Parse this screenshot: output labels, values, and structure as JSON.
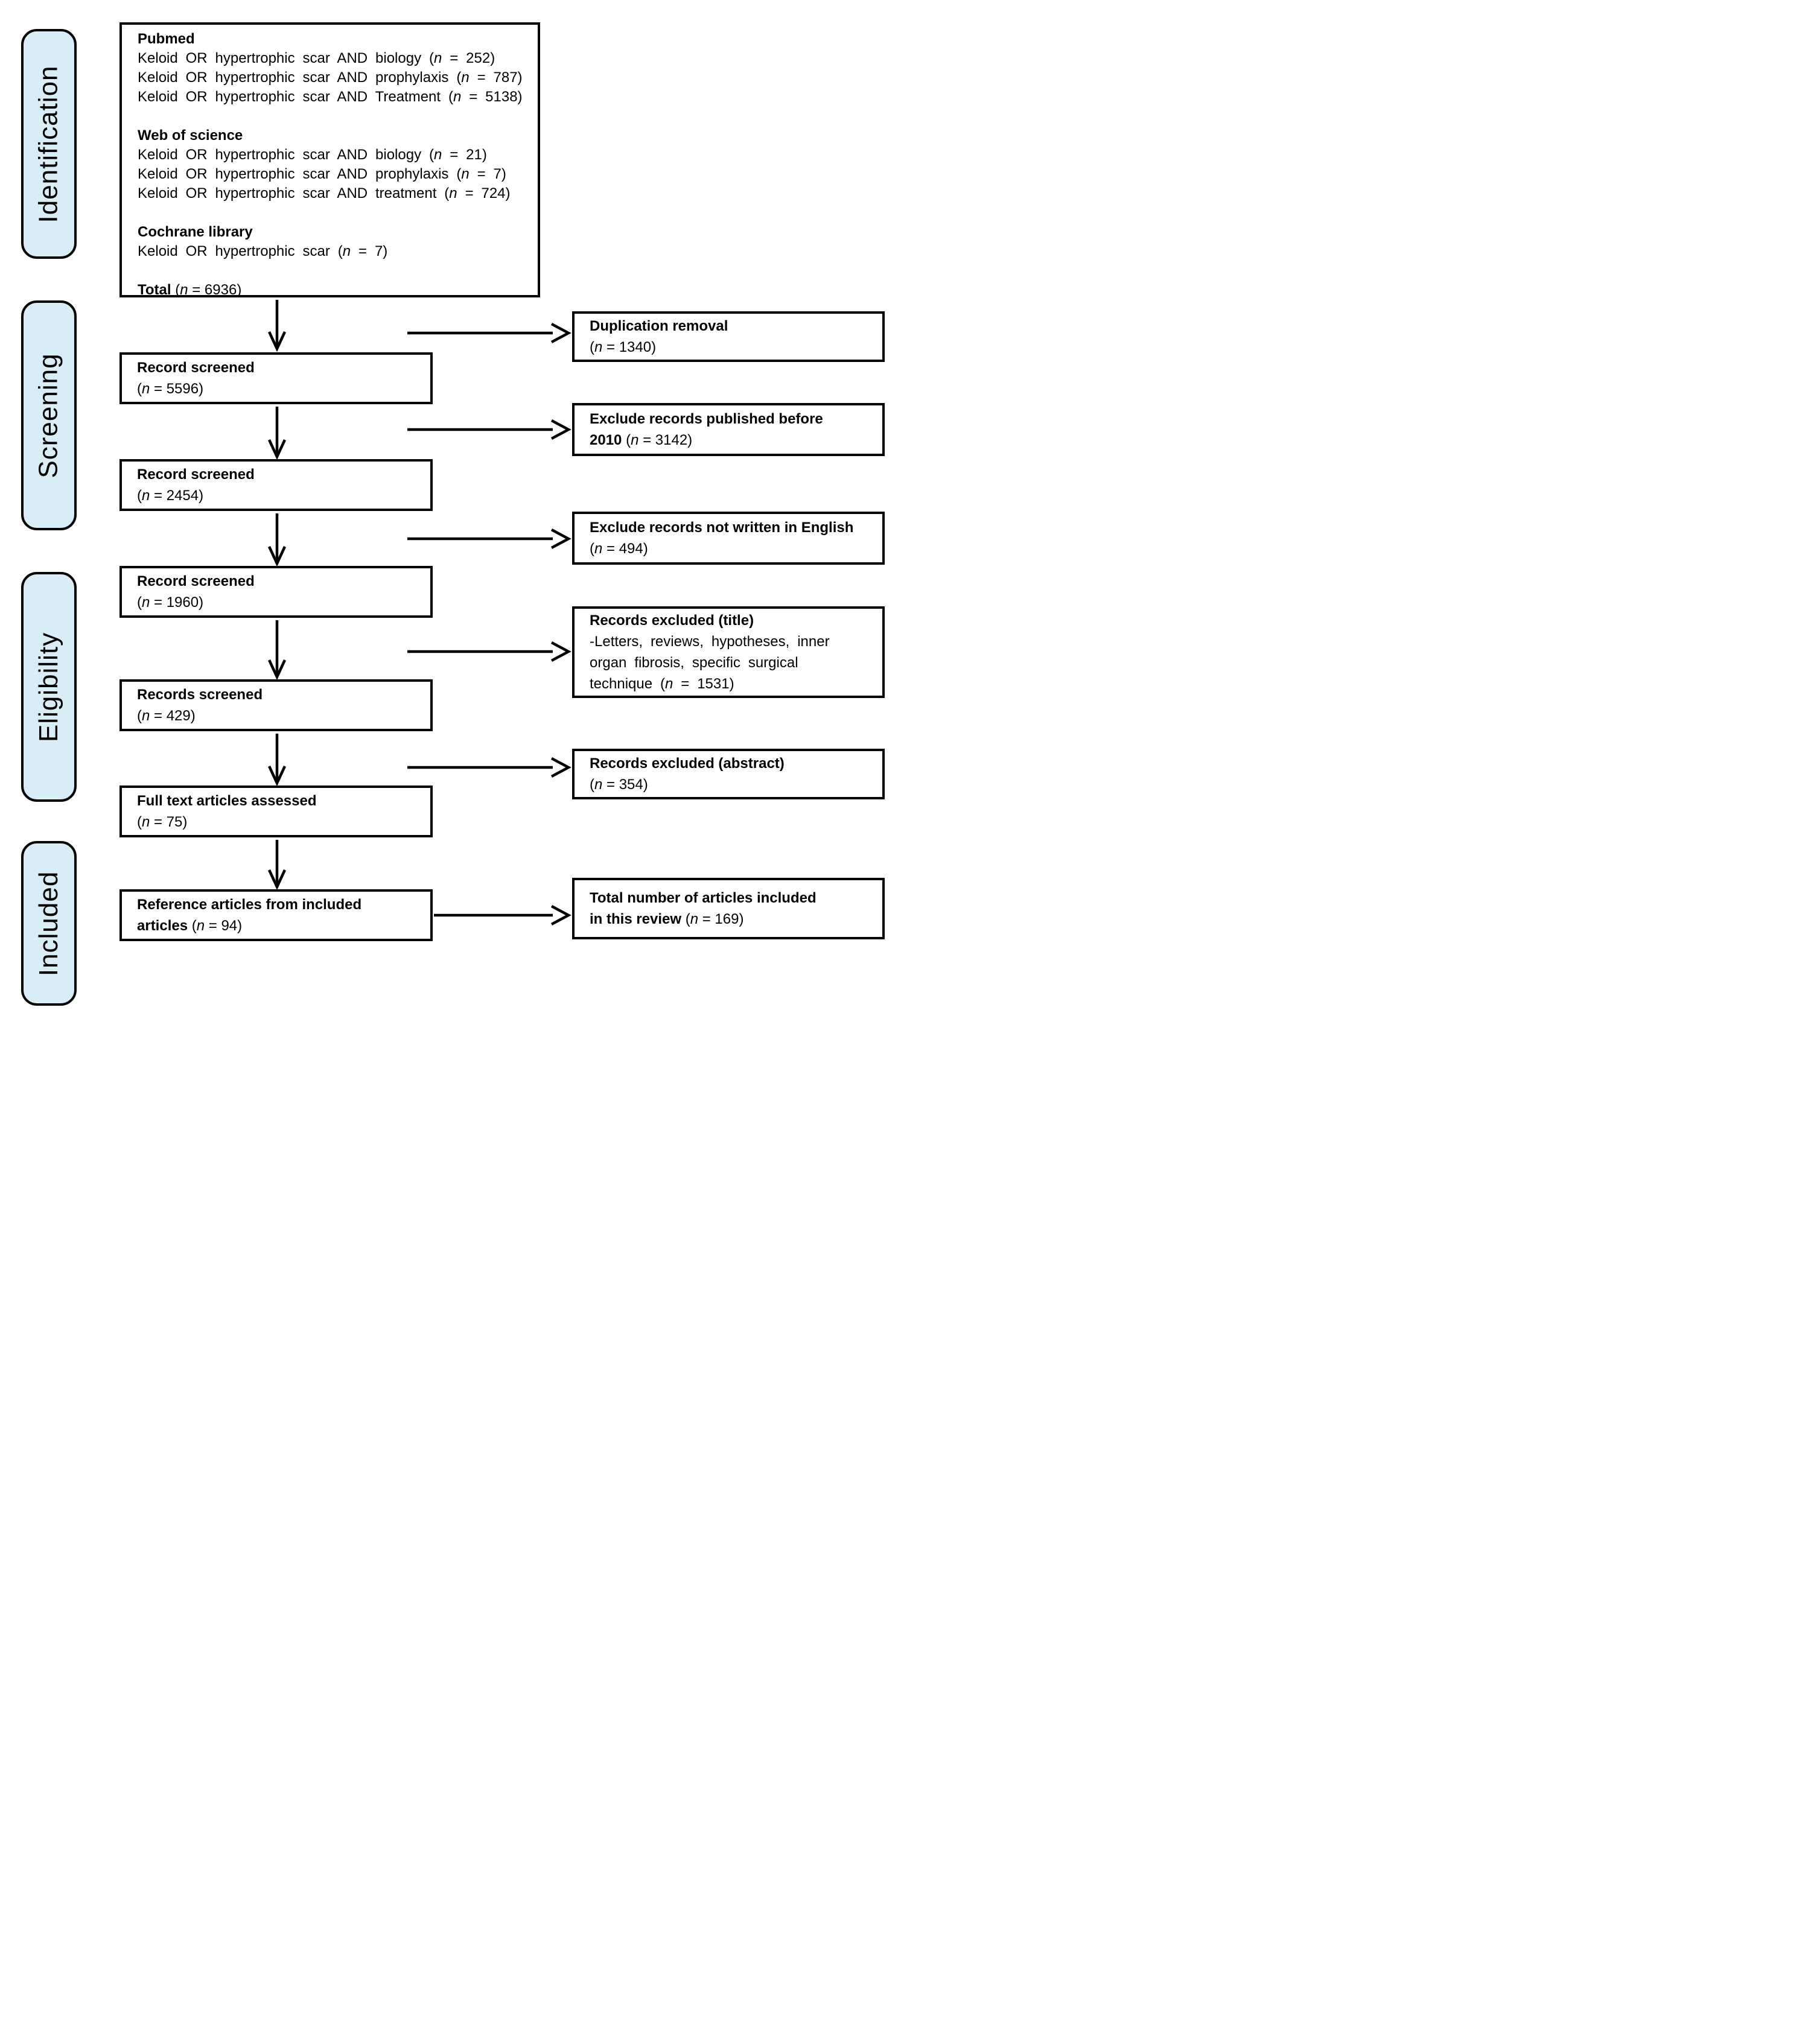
{
  "diagram_title": "Systematic review literature search flow diagram (PRISMA-style)",
  "colors": {
    "stage_fill": "#d8edf5",
    "stroke": "#000000",
    "background": "#ffffff"
  },
  "stages": [
    {
      "label": "Identification"
    },
    {
      "label": "Screening"
    },
    {
      "label": "Eligibility"
    },
    {
      "label": "Included"
    }
  ],
  "search_box": {
    "lines": [
      {
        "runs": [
          {
            "b": "Pubmed"
          }
        ]
      },
      {
        "c": "ws",
        "runs": [
          {
            "r": "Keloid OR hypertrophic scar AND biology ("
          },
          {
            "i": "n"
          },
          {
            "r": " = 252)"
          }
        ]
      },
      {
        "c": "ws",
        "runs": [
          {
            "r": "Keloid OR hypertrophic scar AND prophylaxis ("
          },
          {
            "i": "n"
          },
          {
            "r": " = 787)"
          }
        ]
      },
      {
        "c": "ws",
        "runs": [
          {
            "r": "Keloid OR hypertrophic scar AND Treatment ("
          },
          {
            "i": "n"
          },
          {
            "r": " = 5138)"
          }
        ]
      },
      {
        "runs": []
      },
      {
        "runs": [
          {
            "b": "Web of science"
          }
        ]
      },
      {
        "c": "ws",
        "runs": [
          {
            "r": "Keloid OR hypertrophic scar AND biology ("
          },
          {
            "i": "n"
          },
          {
            "r": " = 21)"
          }
        ]
      },
      {
        "c": "ws",
        "runs": [
          {
            "r": "Keloid OR hypertrophic scar AND prophylaxis ("
          },
          {
            "i": "n"
          },
          {
            "r": " = 7)"
          }
        ]
      },
      {
        "c": "ws",
        "runs": [
          {
            "r": "Keloid OR hypertrophic scar AND treatment ("
          },
          {
            "i": "n"
          },
          {
            "r": " = 724)"
          }
        ]
      },
      {
        "runs": []
      },
      {
        "runs": [
          {
            "b": "Cochrane library"
          }
        ]
      },
      {
        "c": "ws",
        "runs": [
          {
            "r": "Keloid OR hypertrophic scar ("
          },
          {
            "i": "n"
          },
          {
            "r": " = 7)"
          }
        ]
      },
      {
        "runs": []
      },
      {
        "runs": [
          {
            "b": "Total "
          },
          {
            "r": "("
          },
          {
            "i": "n"
          },
          {
            "r": " = 6936)"
          }
        ]
      }
    ]
  },
  "flow_boxes": [
    {
      "lines": [
        {
          "runs": [
            {
              "b": "Record screened"
            }
          ]
        },
        {
          "runs": [
            {
              "r": "("
            },
            {
              "i": "n"
            },
            {
              "r": " = 5596)"
            }
          ]
        }
      ]
    },
    {
      "lines": [
        {
          "runs": [
            {
              "b": "Record screened"
            }
          ]
        },
        {
          "runs": [
            {
              "r": "("
            },
            {
              "i": "n"
            },
            {
              "r": " = 2454)"
            }
          ]
        }
      ]
    },
    {
      "lines": [
        {
          "runs": [
            {
              "b": "Record screened"
            }
          ]
        },
        {
          "runs": [
            {
              "r": "("
            },
            {
              "i": "n"
            },
            {
              "r": " = 1960)"
            }
          ]
        }
      ]
    },
    {
      "lines": [
        {
          "runs": [
            {
              "b": "Records screened"
            }
          ]
        },
        {
          "runs": [
            {
              "r": "("
            },
            {
              "i": "n"
            },
            {
              "r": " = 429)"
            }
          ]
        }
      ]
    },
    {
      "lines": [
        {
          "runs": [
            {
              "b": "Full text articles assessed"
            }
          ]
        },
        {
          "runs": [
            {
              "r": "("
            },
            {
              "i": "n"
            },
            {
              "r": " = 75)"
            }
          ]
        }
      ]
    },
    {
      "lines": [
        {
          "runs": [
            {
              "b": "Reference articles from included"
            }
          ]
        },
        {
          "runs": [
            {
              "b": "articles "
            },
            {
              "r": "("
            },
            {
              "i": "n"
            },
            {
              "r": " = 94)"
            }
          ]
        }
      ]
    }
  ],
  "side_boxes": [
    {
      "lines": [
        {
          "runs": [
            {
              "b": "Duplication removal"
            }
          ]
        },
        {
          "runs": [
            {
              "r": "("
            },
            {
              "i": "n"
            },
            {
              "r": " = 1340)"
            }
          ]
        }
      ]
    },
    {
      "lines": [
        {
          "runs": [
            {
              "b": "Exclude records published before"
            }
          ]
        },
        {
          "runs": [
            {
              "b": "2010 "
            },
            {
              "r": " ("
            },
            {
              "i": "n"
            },
            {
              "r": " = 3142)"
            }
          ]
        }
      ]
    },
    {
      "lines": [
        {
          "runs": [
            {
              "b": "Exclude records not written in English"
            }
          ]
        },
        {
          "runs": [
            {
              "r": "("
            },
            {
              "i": "n"
            },
            {
              "r": " = 494)"
            }
          ]
        }
      ]
    },
    {
      "lines": [
        {
          "runs": [
            {
              "b": "Records excluded (title)"
            }
          ]
        },
        {
          "c": "ws",
          "runs": [
            {
              "r": "-Letters, reviews, hypotheses, inner"
            }
          ]
        },
        {
          "c": "ws",
          "runs": [
            {
              "r": "organ fibrosis, specific surgical"
            }
          ]
        },
        {
          "c": "ws",
          "runs": [
            {
              "r": "technique ("
            },
            {
              "i": "n"
            },
            {
              "r": " = 1531)"
            }
          ]
        }
      ]
    },
    {
      "lines": [
        {
          "runs": [
            {
              "b": "Records excluded (abstract)"
            }
          ]
        },
        {
          "runs": [
            {
              "r": "("
            },
            {
              "i": "n"
            },
            {
              "r": " = 354)"
            }
          ]
        }
      ]
    },
    {
      "lines": [
        {
          "runs": [
            {
              "b": "Total number of articles included"
            }
          ]
        },
        {
          "runs": [
            {
              "b": "in this review "
            },
            {
              "r": "("
            },
            {
              "i": "n"
            },
            {
              "r": " = 169)"
            }
          ]
        }
      ]
    }
  ]
}
